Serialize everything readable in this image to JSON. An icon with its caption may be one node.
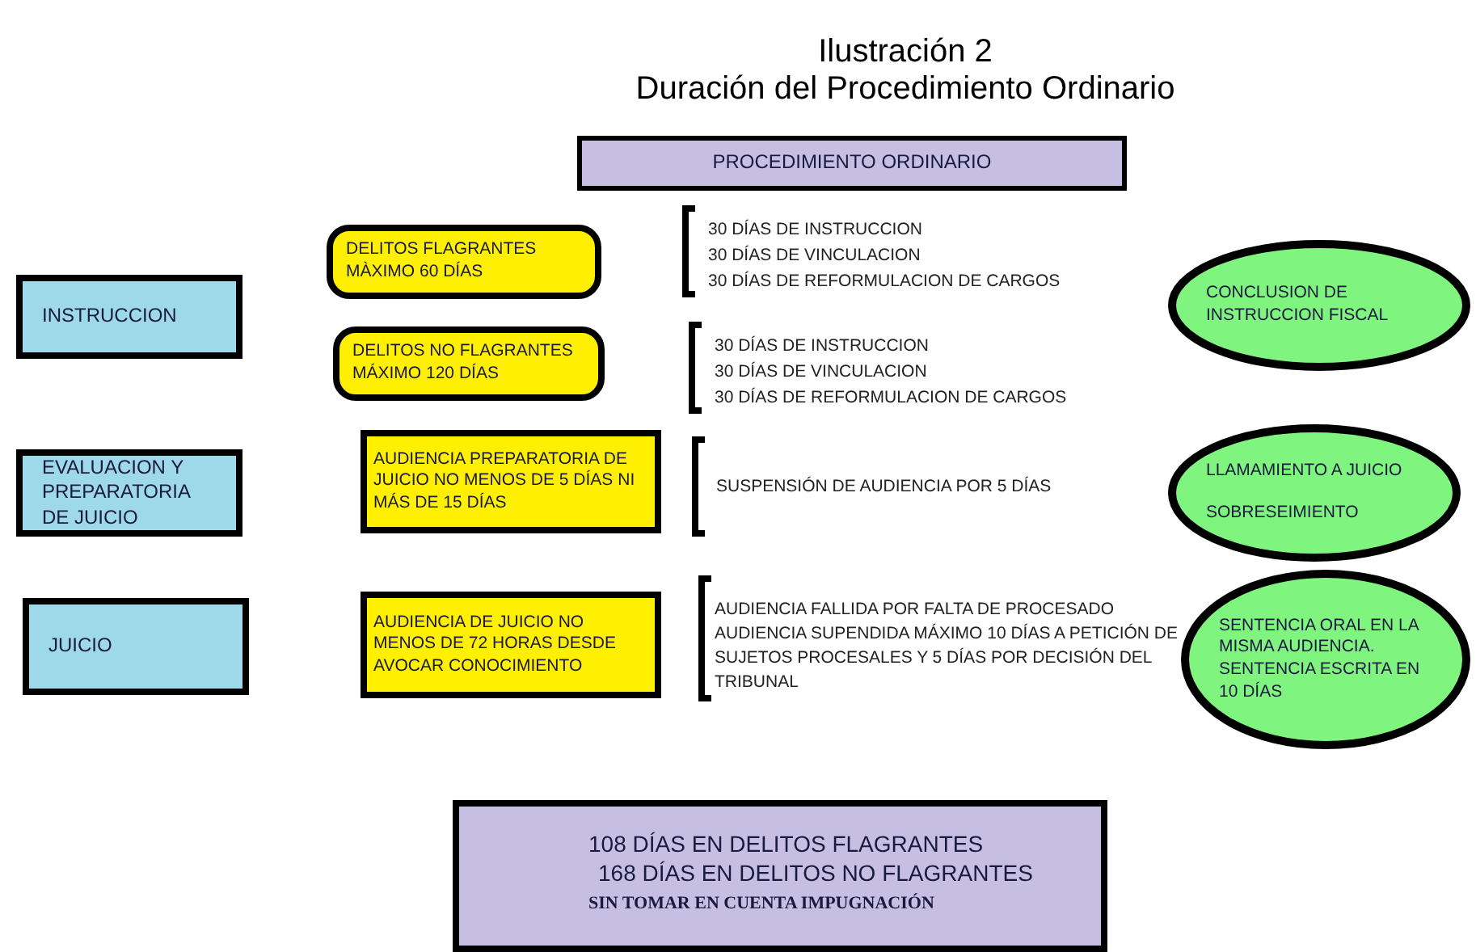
{
  "diagram": {
    "title": "Duración del Procedimiento Ordinario",
    "nodes": [
      {
        "text": [
          "PROCEDIMIENTO ORDINARIO"
        ]
      },
      {
        "text": [
          "INSTRUCCION"
        ]
      },
      {
        "text": [
          "DELITOS FLAGRANTES MÀXIMO 60 DÍAS"
        ]
      },
      {
        "text": [
          "DELITOS NO FLAGRANTES MÁXIMO 120 DÍAS"
        ]
      },
      {
        "text": [
          "CONCLUSION DE INSTRUCCION FISCAL"
        ]
      },
      {
        "text": [
          "EVALUACION Y PREPARATORIA DE JUICIO"
        ]
      },
      {
        "text": [
          "AUDIENCIA PREPARATORIA DE JUICIO NO MENOS DE 5 DÍAS NI MÁS DE 15 DÍAS"
        ]
      },
      {
        "text": [
          "LLAMAMIENTO A JUICIO",
          "SOBRESEIMIENTO"
        ]
      },
      {
        "text": [
          "JUICIO"
        ]
      },
      {
        "text": [
          "AUDIENCIA DE JUICIO NO MENOS DE 72 HORAS DESDE AVOCAR CONOCIMIENTO"
        ]
      },
      {
        "text": [
          "SENTENCIA ORAL EN LA MISMA AUDIENCIA. SENTENCIA ESCRITA EN 10 DÍAS"
        ]
      },
      {
        "text": [
          "108 DÍAS EN DELITOS FLAGRANTES",
          "168 DÍAS EN DELITOS NO FLAGRANTES",
          "SIN TOMAR EN CUENTA IMPUGNACIÓN"
        ]
      }
    ],
    "labels": [
      "Ilustración 2",
      "30 DÍAS DE INSTRUCCION",
      "30 DÍAS DE VINCULACION",
      "30 DÍAS DE REFORMULACION DE CARGOS",
      "30 DÍAS DE INSTRUCCION",
      "30 DÍAS DE VINCULACION",
      "30 DÍAS DE REFORMULACION DE CARGOS",
      "SUSPENSIÓN DE AUDIENCIA POR 5 DÍAS",
      "AUDIENCIA FALLIDA POR FALTA DE PROCESADO",
      "AUDIENCIA SUPENDIDA MÁXIMO 10 DÍAS A PETICIÓN DE SUJETOS PROCESALES Y 5 DÍAS POR DECISIÓN DEL TRIBUNAL"
    ]
  }
}
